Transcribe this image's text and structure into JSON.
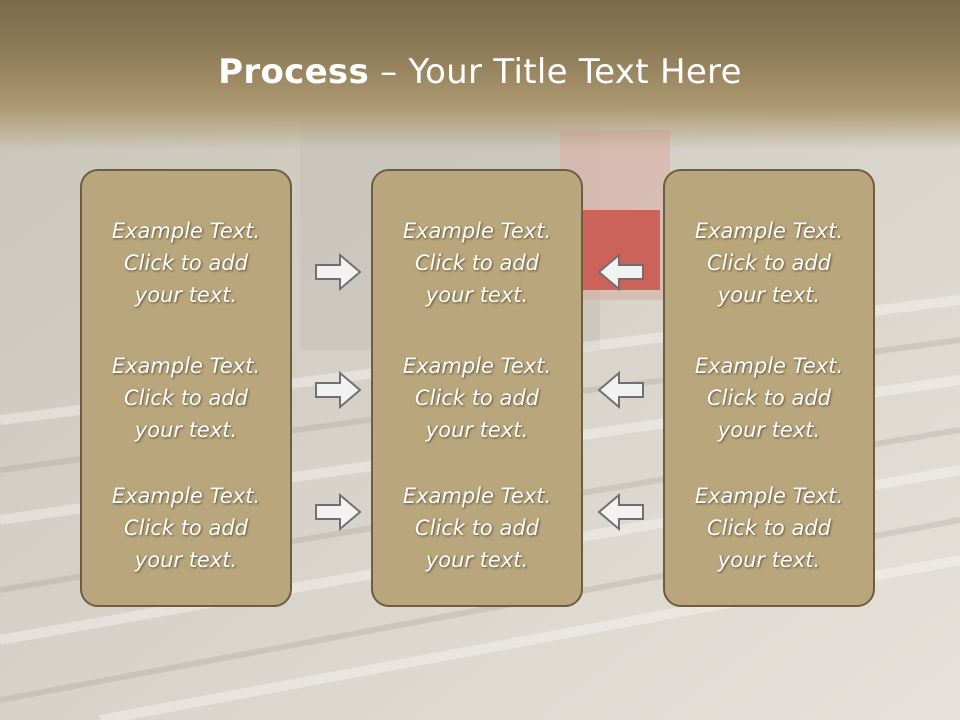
{
  "slide": {
    "title_bold": "Process",
    "title_rest": " – Your Title Text Here",
    "colors": {
      "title_band": "#8f7c58",
      "card_fill": "#b9a67c",
      "card_border": "#6e5d40",
      "arrow_fill": "#f2f2f2",
      "arrow_stroke": "#707070"
    },
    "columns": [
      {
        "items": [
          {
            "line1": "Example Text.",
            "line2": "Click  to add",
            "line3": "your text."
          },
          {
            "line1": "Example Text.",
            "line2": "Click  to add",
            "line3": "your text."
          },
          {
            "line1": "Example Text.",
            "line2": "Click  to add",
            "line3": "your text."
          }
        ]
      },
      {
        "items": [
          {
            "line1": "Example Text.",
            "line2": "Click  to add",
            "line3": "your text."
          },
          {
            "line1": "Example Text.",
            "line2": "Click  to add",
            "line3": "your text."
          },
          {
            "line1": "Example Text.",
            "line2": "Click  to add",
            "line3": "your text."
          }
        ]
      },
      {
        "items": [
          {
            "line1": "Example Text.",
            "line2": "Click  to add",
            "line3": "your text."
          },
          {
            "line1": "Example Text.",
            "line2": "Click  to add",
            "line3": "your text."
          },
          {
            "line1": "Example Text.",
            "line2": "Click  to add",
            "line3": "your text."
          }
        ]
      }
    ],
    "arrows": {
      "left_group_icon": "right-arrow-icon",
      "right_group_icon": "left-arrow-icon"
    }
  }
}
